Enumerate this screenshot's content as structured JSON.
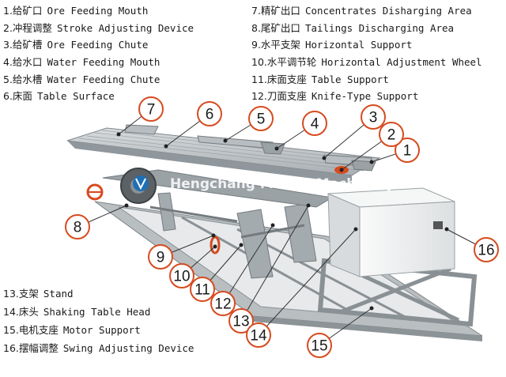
{
  "legend_top_left": [
    {
      "zh": "1.给矿口",
      "en": "Ore Feeding Mouth"
    },
    {
      "zh": "2.冲程调整",
      "en": "Stroke Adjusting Device"
    },
    {
      "zh": "3.给矿槽",
      "en": "Ore Feeding Chute"
    },
    {
      "zh": "4.给水口",
      "en": "Water Feeding Mouth"
    },
    {
      "zh": "5.给水槽",
      "en": "Water Feeding Chute"
    },
    {
      "zh": "6.床面",
      "en": "Table Surface"
    }
  ],
  "legend_top_right": [
    {
      "zh": "7.精矿出口",
      "en": "Concentrates Disharging Area"
    },
    {
      "zh": "8.尾矿出口",
      "en": "Tailings Discharging Area"
    },
    {
      "zh": "9.水平支架",
      "en": "Horizontal Support"
    },
    {
      "zh": "10.水平调节轮",
      "en": "Horizontal Adjustment Wheel"
    },
    {
      "zh": "11.床面支座",
      "en": "Table Support"
    },
    {
      "zh": "12.刀面支座",
      "en": "Knife-Type Support"
    }
  ],
  "legend_bottom": [
    {
      "zh": "13.支架",
      "en": "Stand"
    },
    {
      "zh": "14.床头",
      "en": "Shaking Table Head"
    },
    {
      "zh": "15.电机支座",
      "en": "Motor Support"
    },
    {
      "zh": "16.摆幅调整",
      "en": "Swing Adjusting Device"
    }
  ],
  "watermark": "Hengchang Mining Machinery",
  "callouts": [
    "1",
    "2",
    "3",
    "4",
    "5",
    "6",
    "7",
    "8",
    "9",
    "10",
    "11",
    "12",
    "13",
    "14",
    "15",
    "16"
  ],
  "colors": {
    "accent": "#d64b1f",
    "steel": "#8f979c",
    "deck": "#c3c8cb",
    "text": "#1a1a1a"
  }
}
